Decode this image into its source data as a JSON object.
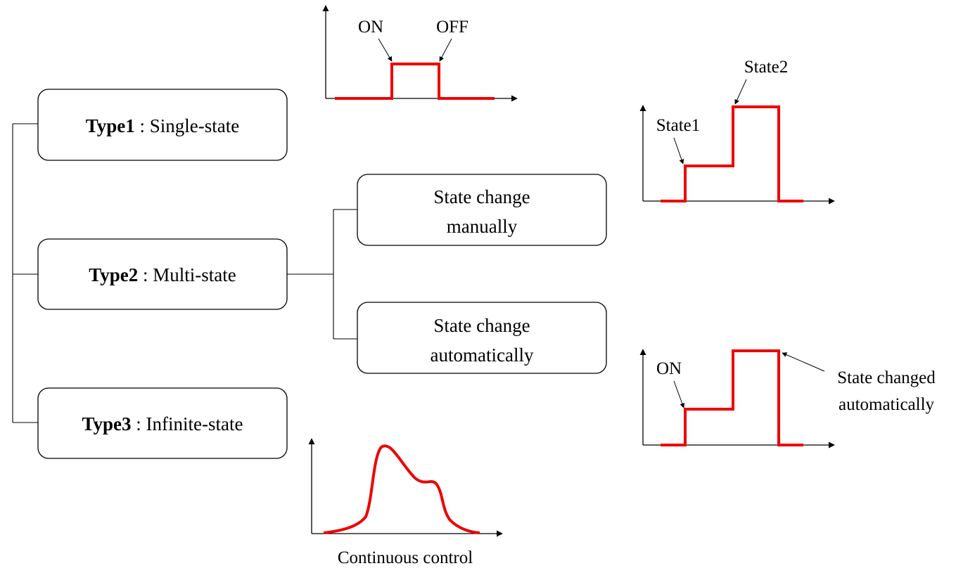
{
  "types": [
    {
      "name": "Type1",
      "desc": " : Single-state"
    },
    {
      "name": "Type2",
      "desc": " : Multi-state"
    },
    {
      "name": "Type3",
      "desc": " : Infinite-state"
    }
  ],
  "substates": [
    {
      "line1": "State change",
      "line2": "manually"
    },
    {
      "line1": "State change",
      "line2": "automatically"
    }
  ],
  "annotations": {
    "single_on": "ON",
    "single_off": "OFF",
    "multi_state1": "State1",
    "multi_state2": "State2",
    "auto_on": "ON",
    "auto_changed_line1": "State changed",
    "auto_changed_line2": "automatically",
    "continuous": "Continuous control"
  },
  "colors": {
    "signal": "#ee0000",
    "line": "#000000",
    "background": "#ffffff"
  }
}
